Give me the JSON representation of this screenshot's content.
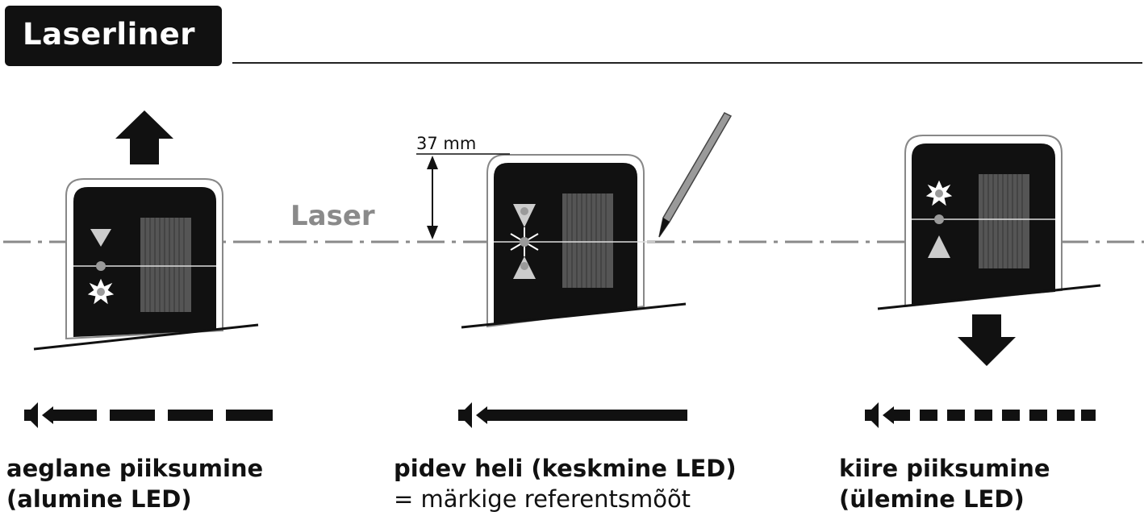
{
  "brand": {
    "name": "Laserliner"
  },
  "diagram": {
    "laser_label": "Laser",
    "measure_label": "37 mm",
    "colors": {
      "laser_line": "#8a8a8a",
      "device": "#111111",
      "led": "#9a9a9a"
    }
  },
  "panels": [
    {
      "line1": "aeglane piiksumine",
      "line2": "(alumine LED)",
      "sound": "slow-beep",
      "direction": "up"
    },
    {
      "line1": "pidev heli (keskmine LED)",
      "line2": "= märkige referentsmõõt",
      "sound": "continuous-tone",
      "direction": "none"
    },
    {
      "line1": "kiire piiksumine",
      "line2": "(ülemine LED)",
      "sound": "fast-beep",
      "direction": "down"
    }
  ]
}
